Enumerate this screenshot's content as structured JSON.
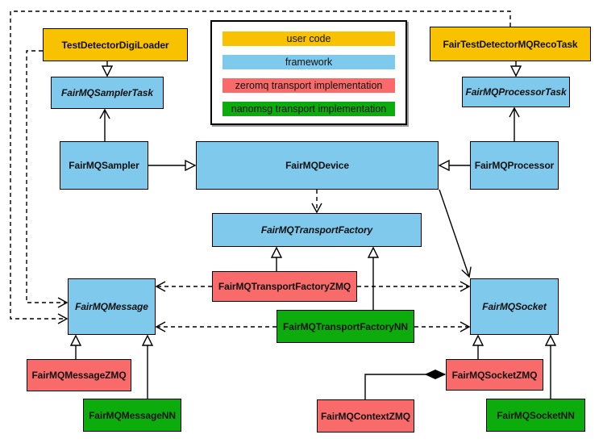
{
  "diagram": {
    "kind": "uml-class-diagram",
    "subject": "FairMQ framework class relationships"
  },
  "colors": {
    "user_code": "#F9C201",
    "framework": "#7EC9EC",
    "zeromq": "#F96B6B",
    "nanomsg": "#0CAC0C",
    "border": "#000000",
    "background": "#FFFFFF"
  },
  "legend": {
    "items": [
      {
        "label": "user code",
        "color": "#F9C201"
      },
      {
        "label": "framework",
        "color": "#7EC9EC"
      },
      {
        "label": "zeromq transport implementation",
        "color": "#F96B6B"
      },
      {
        "label": "nanomsg transport implementation",
        "color": "#0CAC0C"
      }
    ]
  },
  "nodes": {
    "test_detector_digi_loader": {
      "label": "TestDetectorDigiLoader",
      "category": "user code",
      "abstract": false
    },
    "fair_test_detector_mq_reco_task": {
      "label": "FairTestDetectorMQRecoTask",
      "category": "user code",
      "abstract": false
    },
    "fairmq_sampler_task": {
      "label": "FairMQSamplerTask",
      "category": "framework",
      "abstract": true
    },
    "fairmq_processor_task": {
      "label": "FairMQProcessorTask",
      "category": "framework",
      "abstract": true
    },
    "fairmq_sampler": {
      "label": "FairMQSampler",
      "category": "framework",
      "abstract": false
    },
    "fairmq_device": {
      "label": "FairMQDevice",
      "category": "framework",
      "abstract": false
    },
    "fairmq_processor": {
      "label": "FairMQProcessor",
      "category": "framework",
      "abstract": false
    },
    "fairmq_transport_factory": {
      "label": "FairMQTransportFactory",
      "category": "framework",
      "abstract": true
    },
    "fairmq_transport_factory_zmq": {
      "label": "FairMQTransportFactoryZMQ",
      "category": "zeromq",
      "abstract": false
    },
    "fairmq_transport_factory_nn": {
      "label": "FairMQTransportFactoryNN",
      "category": "nanomsg",
      "abstract": false
    },
    "fairmq_message": {
      "label": "FairMQMessage",
      "category": "framework",
      "abstract": true
    },
    "fairmq_socket": {
      "label": "FairMQSocket",
      "category": "framework",
      "abstract": true
    },
    "fairmq_message_zmq": {
      "label": "FairMQMessageZMQ",
      "category": "zeromq",
      "abstract": false
    },
    "fairmq_message_nn": {
      "label": "FairMQMessageNN",
      "category": "nanomsg",
      "abstract": false
    },
    "fairmq_socket_zmq": {
      "label": "FairMQSocketZMQ",
      "category": "zeromq",
      "abstract": false
    },
    "fairmq_socket_nn": {
      "label": "FairMQSocketNN",
      "category": "nanomsg",
      "abstract": false
    },
    "fairmq_context_zmq": {
      "label": "FairMQContextZMQ",
      "category": "zeromq",
      "abstract": false
    }
  },
  "relations": [
    {
      "from": "TestDetectorDigiLoader",
      "to": "FairMQSamplerTask",
      "type": "inheritance"
    },
    {
      "from": "FairTestDetectorMQRecoTask",
      "to": "FairMQProcessorTask",
      "type": "inheritance"
    },
    {
      "from": "FairMQSampler",
      "to": "FairMQDevice",
      "type": "inheritance"
    },
    {
      "from": "FairMQProcessor",
      "to": "FairMQDevice",
      "type": "inheritance"
    },
    {
      "from": "FairMQSampler",
      "to": "FairMQSamplerTask",
      "type": "association"
    },
    {
      "from": "FairMQProcessor",
      "to": "FairMQProcessorTask",
      "type": "association"
    },
    {
      "from": "FairMQDevice",
      "to": "FairMQTransportFactory",
      "type": "dependency"
    },
    {
      "from": "FairMQDevice",
      "to": "FairMQSocket",
      "type": "association"
    },
    {
      "from": "FairMQTransportFactoryZMQ",
      "to": "FairMQTransportFactory",
      "type": "inheritance"
    },
    {
      "from": "FairMQTransportFactoryNN",
      "to": "FairMQTransportFactory",
      "type": "inheritance"
    },
    {
      "from": "FairMQTransportFactoryZMQ",
      "to": "FairMQMessage",
      "type": "dependency"
    },
    {
      "from": "FairMQTransportFactoryZMQ",
      "to": "FairMQSocket",
      "type": "dependency"
    },
    {
      "from": "FairMQTransportFactoryNN",
      "to": "FairMQMessage",
      "type": "dependency"
    },
    {
      "from": "FairMQTransportFactoryNN",
      "to": "FairMQSocket",
      "type": "dependency"
    },
    {
      "from": "TestDetectorDigiLoader",
      "to": "FairMQMessage",
      "type": "dependency"
    },
    {
      "from": "FairTestDetectorMQRecoTask",
      "to": "FairMQMessage",
      "type": "dependency"
    },
    {
      "from": "FairMQMessageZMQ",
      "to": "FairMQMessage",
      "type": "inheritance"
    },
    {
      "from": "FairMQMessageNN",
      "to": "FairMQMessage",
      "type": "inheritance"
    },
    {
      "from": "FairMQSocketZMQ",
      "to": "FairMQSocket",
      "type": "inheritance"
    },
    {
      "from": "FairMQSocketNN",
      "to": "FairMQSocket",
      "type": "inheritance"
    },
    {
      "from": "FairMQSocketZMQ",
      "to": "FairMQContextZMQ",
      "type": "composition"
    }
  ]
}
